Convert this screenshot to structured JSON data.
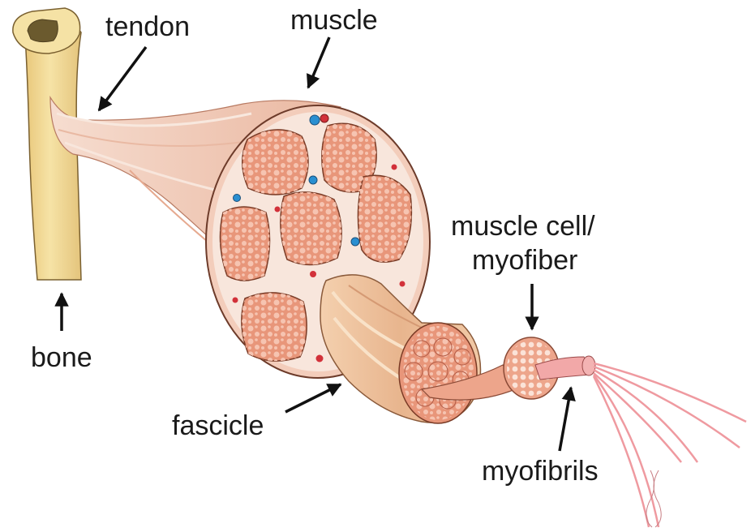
{
  "labels": {
    "tendon": "tendon",
    "muscle": "muscle",
    "bone": "bone",
    "muscle_cell_line1": "muscle cell/",
    "muscle_cell_line2": "myofiber",
    "fascicle": "fascicle",
    "myofibrils": "myofibrils"
  },
  "colors": {
    "bone": "#f3dc98",
    "bone_dark": "#e2c274",
    "tendon": "#f2cfbf",
    "muscle_outer": "#f1c3ad",
    "perimysium": "#f8e6dc",
    "fascicle_fill": "#e8967a",
    "fiber_dot": "#f6c4b1",
    "fascicle_side": "#efbf9a",
    "fiber_pink": "#f2a8a8",
    "vessel_blue": "#2a8fd1",
    "vessel_red": "#d2313a",
    "arrow": "#111111"
  }
}
